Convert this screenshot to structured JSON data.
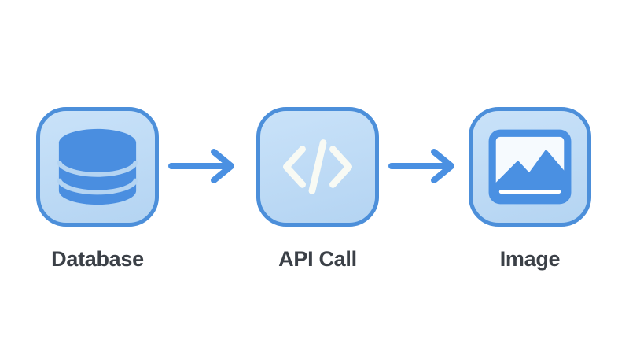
{
  "theme": {
    "background": "#ffffff",
    "accent_blue": "#4a90e2",
    "node_fill_top": "#c9e2f9",
    "node_fill_bottom": "#b4d4f2",
    "node_border": "#4c8fda",
    "icon_blue": "#4a8ee0",
    "icon_white": "#f8faf4",
    "frame_fill": "#f6fafe",
    "label_color": "#3b4047"
  },
  "diagram": {
    "nodes": [
      {
        "label": "Database",
        "icon": "database-icon"
      },
      {
        "label": "API Call",
        "icon": "code-icon"
      },
      {
        "label": "Image",
        "icon": "image-icon"
      }
    ],
    "connectors": [
      {
        "type": "arrow-right",
        "from": "Database",
        "to": "API Call"
      },
      {
        "type": "arrow-right",
        "from": "API Call",
        "to": "Image"
      }
    ]
  }
}
